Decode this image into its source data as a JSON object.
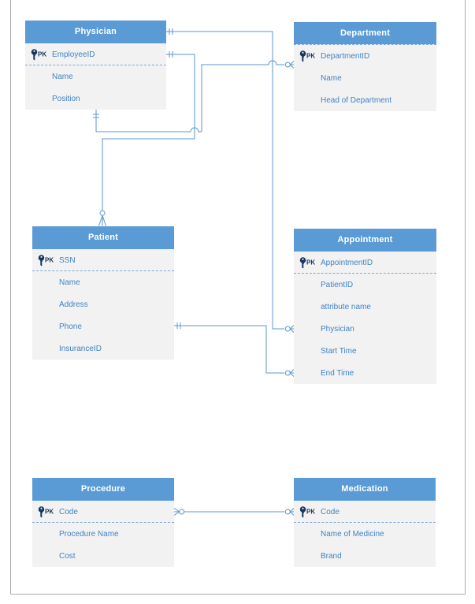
{
  "diagram": {
    "kind": "entity-relationship",
    "pk_label": "PK"
  },
  "colors": {
    "entity_header_bg": "#5b9bd5",
    "entity_header_text": "#ffffff",
    "entity_body_bg": "#f2f2f2",
    "entity_field_text": "#4183c4",
    "pk_text": "#17375e",
    "connector_line": "#5b96cf",
    "separator_dash": "#7fa8d9",
    "page_border": "#acacac"
  },
  "entities": {
    "physician": {
      "title": "Physician",
      "pk_field": "EmployeeID",
      "fields": [
        "Name",
        "Position"
      ]
    },
    "department": {
      "title": "Department",
      "pk_field": "DepartmentID",
      "fields": [
        "Name",
        "Head of Department"
      ]
    },
    "patient": {
      "title": "Patient",
      "pk_field": "SSN",
      "fields": [
        "Name",
        "Address",
        "Phone",
        "InsuranceID"
      ]
    },
    "appointment": {
      "title": "Appointment",
      "pk_field": "AppointmentID",
      "fields": [
        "PatientID",
        "attribute name",
        "Physician",
        "Start Time",
        "End Time"
      ]
    },
    "procedure": {
      "title": "Procedure",
      "pk_field": "Code",
      "fields": [
        "Procedure Name",
        "Cost"
      ]
    },
    "medication": {
      "title": "Medication",
      "pk_field": "Code",
      "fields": [
        "Name of Medicine",
        "Brand"
      ]
    }
  },
  "relationships": [
    {
      "from": "Physician",
      "from_anchor": "header-right",
      "from_cardinality": "one-and-only-one",
      "to": "Appointment",
      "to_anchor": "Physician-row",
      "to_cardinality": "zero-or-many"
    },
    {
      "from": "Physician",
      "from_anchor": "EmployeeID-row",
      "from_cardinality": "one-and-only-one",
      "to": "Patient",
      "to_anchor": "top",
      "to_cardinality": "zero-or-many"
    },
    {
      "from": "Physician",
      "from_anchor": "bottom",
      "from_cardinality": "one-and-only-one",
      "to": "Department",
      "to_anchor": "DepartmentID-row",
      "to_cardinality": "zero-or-many"
    },
    {
      "from": "Patient",
      "from_anchor": "Phone-row",
      "from_cardinality": "one-and-only-one",
      "to": "Appointment",
      "to_anchor": "End Time-row",
      "to_cardinality": "zero-or-many"
    },
    {
      "from": "Procedure",
      "from_anchor": "Code-row",
      "from_cardinality": "zero-or-many",
      "to": "Medication",
      "to_anchor": "Code-row",
      "to_cardinality": "zero-or-many"
    }
  ]
}
